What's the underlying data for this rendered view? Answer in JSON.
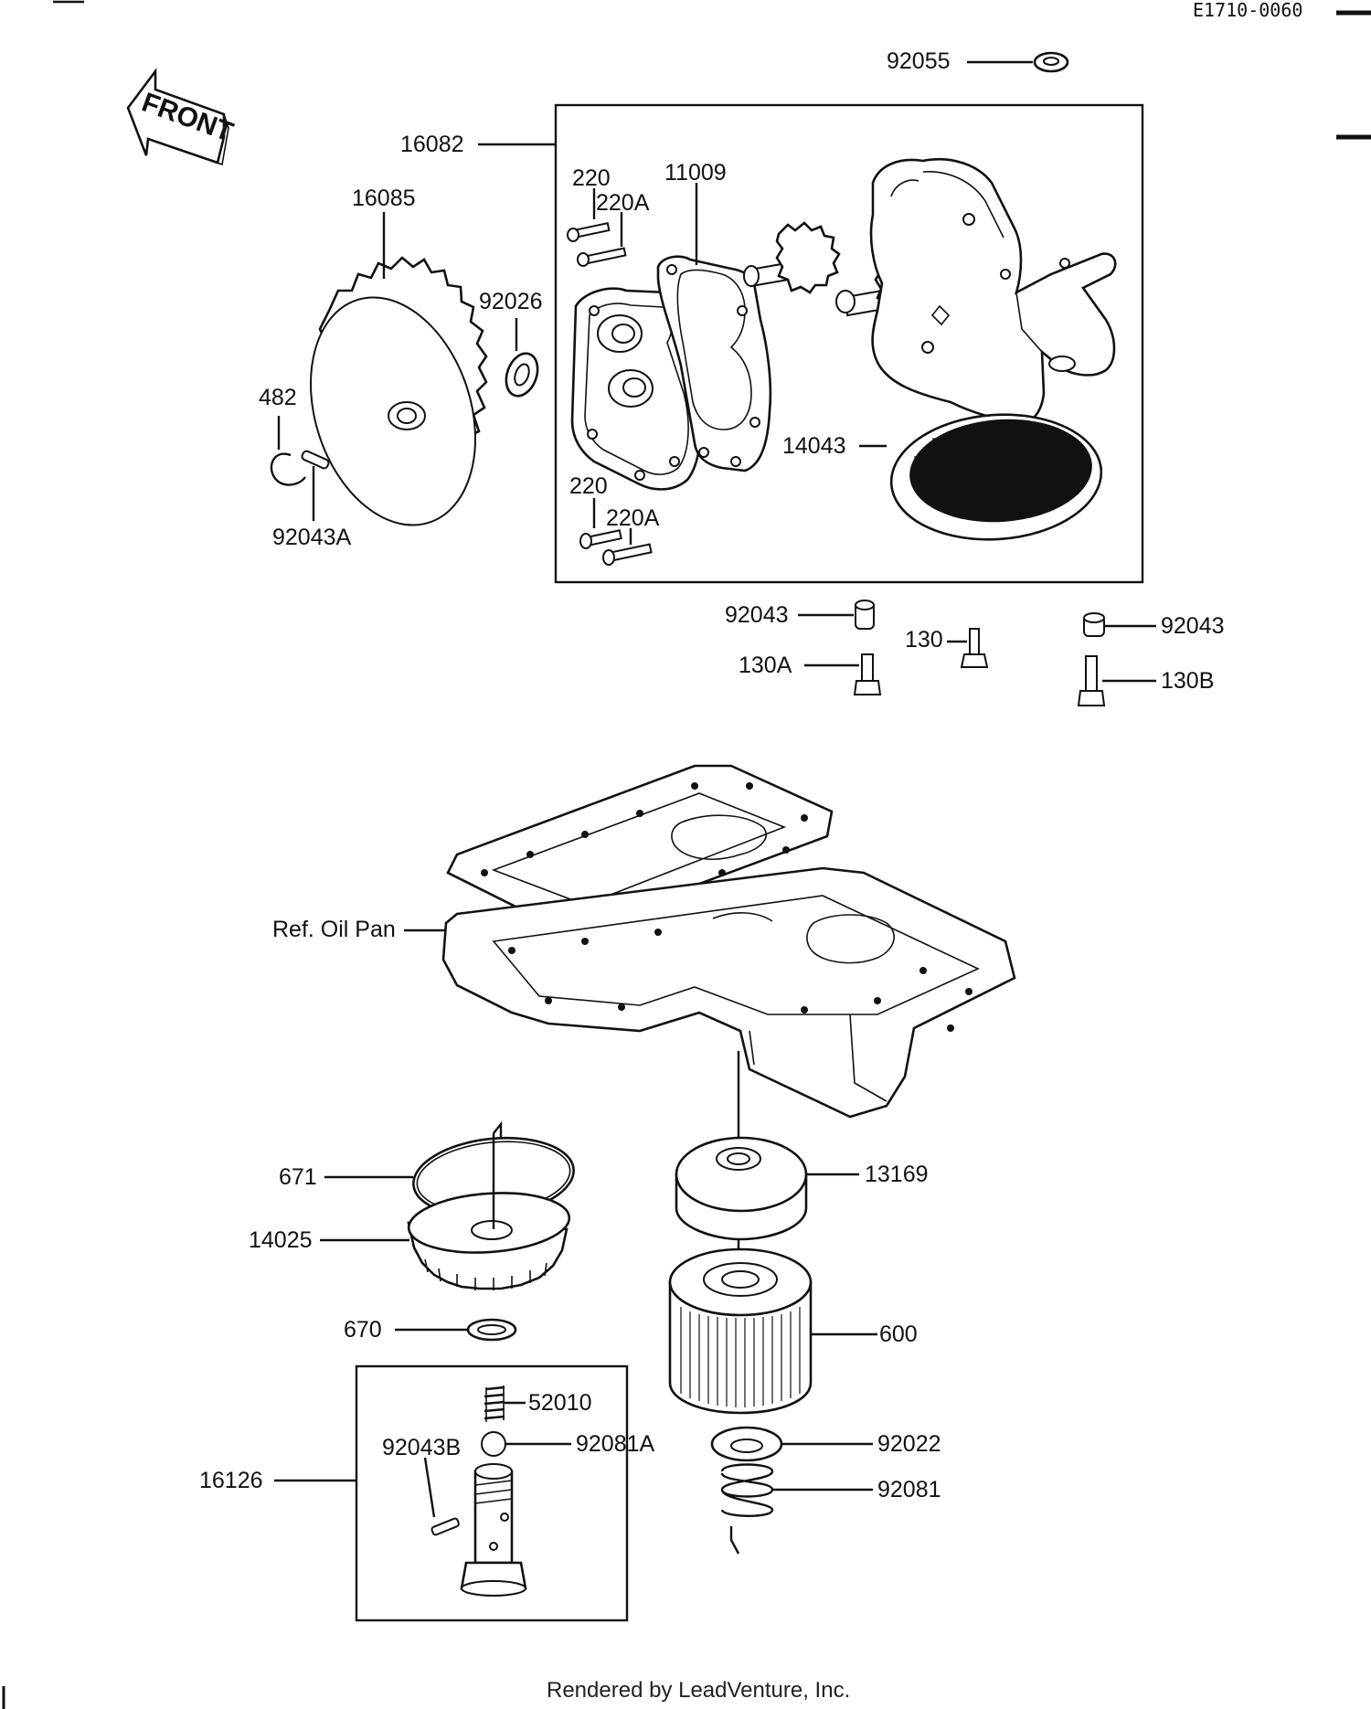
{
  "diagram": {
    "code": "E1710-0060",
    "front_label": "FRONT",
    "footer": "Rendered by LeadVenture, Inc.",
    "callouts": [
      {
        "id": "92055",
        "text": "92055"
      },
      {
        "id": "16082",
        "text": "16082"
      },
      {
        "id": "16085",
        "text": "16085"
      },
      {
        "id": "220-top",
        "text": "220"
      },
      {
        "id": "220A-top",
        "text": "220A"
      },
      {
        "id": "11009",
        "text": "11009"
      },
      {
        "id": "92026",
        "text": "92026"
      },
      {
        "id": "482",
        "text": "482"
      },
      {
        "id": "92043A",
        "text": "92043A"
      },
      {
        "id": "14043",
        "text": "14043"
      },
      {
        "id": "220-bottom",
        "text": "220"
      },
      {
        "id": "220A-bottom",
        "text": "220A"
      },
      {
        "id": "92043-left",
        "text": "92043"
      },
      {
        "id": "92043-right",
        "text": "92043"
      },
      {
        "id": "130",
        "text": "130"
      },
      {
        "id": "130A",
        "text": "130A"
      },
      {
        "id": "130B",
        "text": "130B"
      },
      {
        "id": "ref-oil-pan",
        "text": "Ref.  Oil Pan"
      },
      {
        "id": "671",
        "text": "671"
      },
      {
        "id": "13169",
        "text": "13169"
      },
      {
        "id": "14025",
        "text": "14025"
      },
      {
        "id": "670",
        "text": "670"
      },
      {
        "id": "52010",
        "text": "52010"
      },
      {
        "id": "92081A",
        "text": "92081A"
      },
      {
        "id": "600",
        "text": "600"
      },
      {
        "id": "92043B",
        "text": "92043B"
      },
      {
        "id": "16126",
        "text": "16126"
      },
      {
        "id": "92022",
        "text": "92022"
      },
      {
        "id": "92081",
        "text": "92081"
      }
    ]
  }
}
